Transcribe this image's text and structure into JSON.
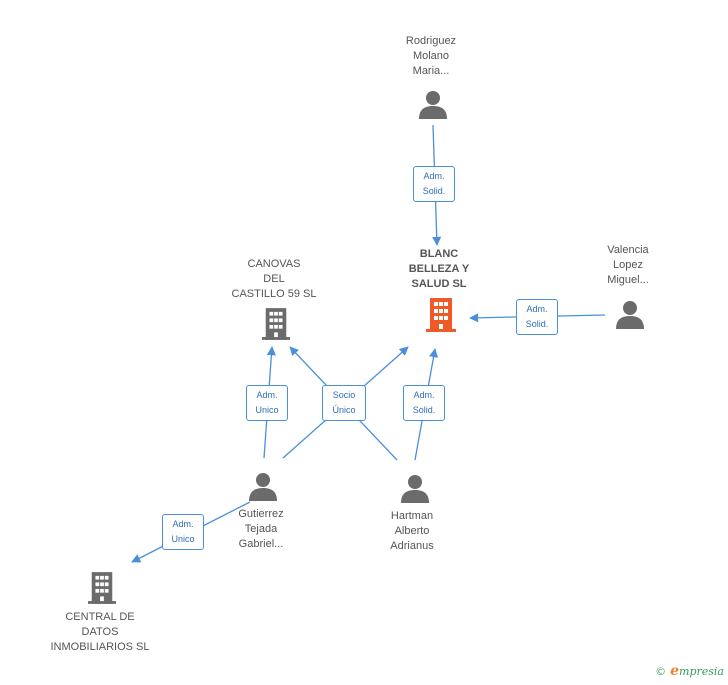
{
  "nodes": {
    "rodriguez": {
      "label": "Rodriguez\nMolano\nMaria...",
      "icon": "person-icon"
    },
    "blanc": {
      "label": "BLANC\nBELLEZA Y\nSALUD SL",
      "icon": "building-icon",
      "color": "#f05a28"
    },
    "valencia": {
      "label": "Valencia\nLopez\nMiguel...",
      "icon": "person-icon"
    },
    "canovas": {
      "label": "CANOVAS\nDEL\nCASTILLO 59 SL",
      "icon": "building-icon"
    },
    "gutierrez": {
      "label": "Gutierrez\nTejada\nGabriel...",
      "icon": "person-icon"
    },
    "hartman": {
      "label": "Hartman\nAlberto\nAdrianus",
      "icon": "person-icon"
    },
    "central": {
      "label": "CENTRAL DE\nDATOS\nINMOBILIARIOS SL",
      "icon": "building-icon"
    }
  },
  "edges": {
    "rodriguez_blanc": "Adm.\nSolid.",
    "valencia_blanc": "Adm.\nSolid.",
    "gutierrez_canovas": "Adm.\nUnico",
    "socio_unico": "Socio\nÚnico",
    "hartman_blanc": "Adm.\nSolid.",
    "gutierrez_central": "Adm.\nUnico"
  },
  "colors": {
    "edge": "#4a90d9",
    "icon": "#6b6b6b",
    "focus": "#f05a28"
  },
  "brand": {
    "copyright": "©",
    "e": "e",
    "rest": "mpresia"
  }
}
